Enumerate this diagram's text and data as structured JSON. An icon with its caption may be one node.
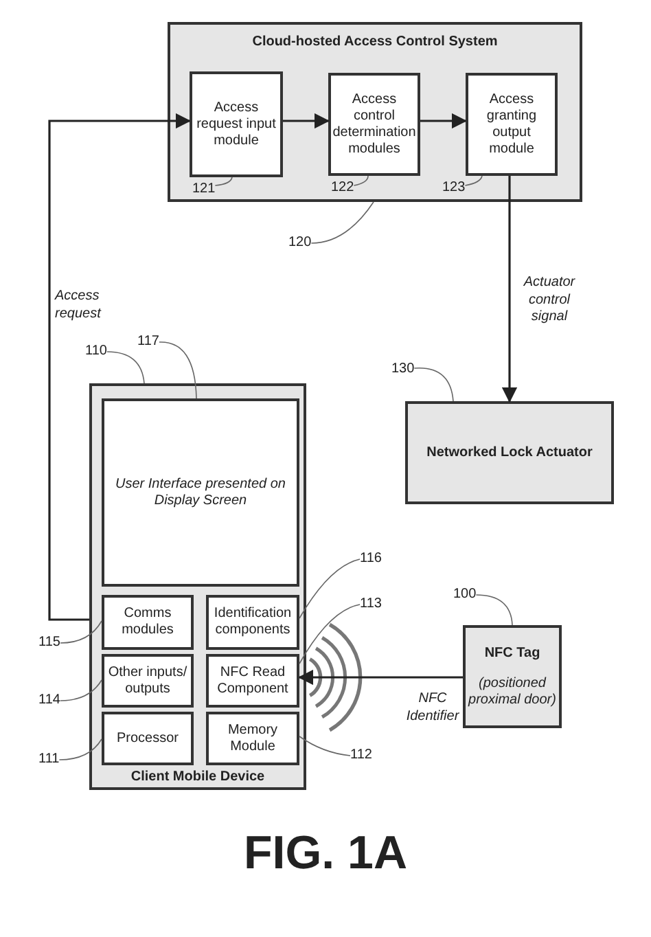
{
  "diagram": {
    "caption": "FIG. 1A",
    "nodes": [
      {
        "text": [
          "Cloud-hosted Access Control System"
        ]
      },
      {
        "text": [
          "Access request input module"
        ],
        "in": 0
      },
      {
        "text": [
          "Access control determination modules"
        ],
        "in": 0
      },
      {
        "text": [
          "Access granting output module"
        ],
        "in": 0
      },
      {
        "text": [
          "Networked Lock Actuator"
        ]
      },
      {
        "text": [
          "Client Mobile Device"
        ]
      },
      {
        "text": [
          "User Interface presented on Display Screen"
        ],
        "in": 5
      },
      {
        "text": [
          "Comms modules"
        ],
        "in": 5
      },
      {
        "text": [
          "Identification components"
        ],
        "in": 5
      },
      {
        "text": [
          "Other inputs/ outputs"
        ],
        "in": 5
      },
      {
        "text": [
          "NFC Read Component"
        ],
        "in": 5
      },
      {
        "text": [
          "Processor"
        ],
        "in": 5
      },
      {
        "text": [
          "Memory Module"
        ],
        "in": 5
      },
      {
        "text": [
          "NFC Tag",
          "(positioned proximal door)"
        ]
      },
      {
        "text": [
          "120"
        ]
      },
      {
        "text": [
          "121"
        ],
        "in": 0
      },
      {
        "text": [
          "122"
        ],
        "in": 0
      },
      {
        "text": [
          "123"
        ],
        "in": 0
      },
      {
        "text": [
          "130"
        ]
      },
      {
        "text": [
          "110"
        ]
      },
      {
        "text": [
          "117"
        ]
      },
      {
        "text": [
          "116"
        ]
      },
      {
        "text": [
          "113"
        ]
      },
      {
        "text": [
          "115"
        ]
      },
      {
        "text": [
          "114"
        ]
      },
      {
        "text": [
          "111"
        ]
      },
      {
        "text": [
          "112"
        ]
      },
      {
        "text": [
          "100"
        ]
      }
    ],
    "edges": [
      {
        "from": 1,
        "to": 2,
        "arrow": "to"
      },
      {
        "from": 2,
        "to": 3,
        "arrow": "to"
      },
      {
        "from": 5,
        "to": 1,
        "arrow": "to",
        "label": "Access request"
      },
      {
        "from": 3,
        "to": 4,
        "arrow": "to",
        "label": "Actuator control signal"
      },
      {
        "from": 13,
        "to": 10,
        "arrow": "to",
        "label": "NFC Identifier"
      },
      {
        "from": 14,
        "to": 0,
        "arrow": "none"
      },
      {
        "from": 15,
        "to": 1,
        "arrow": "none"
      },
      {
        "from": 16,
        "to": 2,
        "arrow": "none"
      },
      {
        "from": 17,
        "to": 3,
        "arrow": "none"
      },
      {
        "from": 18,
        "to": 4,
        "arrow": "none"
      },
      {
        "from": 19,
        "to": 5,
        "arrow": "none"
      },
      {
        "from": 20,
        "to": 6,
        "arrow": "none"
      },
      {
        "from": 21,
        "to": 8,
        "arrow": "none"
      },
      {
        "from": 22,
        "to": 10,
        "arrow": "none"
      },
      {
        "from": 23,
        "to": 7,
        "arrow": "none"
      },
      {
        "from": 24,
        "to": 9,
        "arrow": "none"
      },
      {
        "from": 25,
        "to": 11,
        "arrow": "none"
      },
      {
        "from": 26,
        "to": 12,
        "arrow": "none"
      },
      {
        "from": 27,
        "to": 13,
        "arrow": "none"
      }
    ]
  }
}
